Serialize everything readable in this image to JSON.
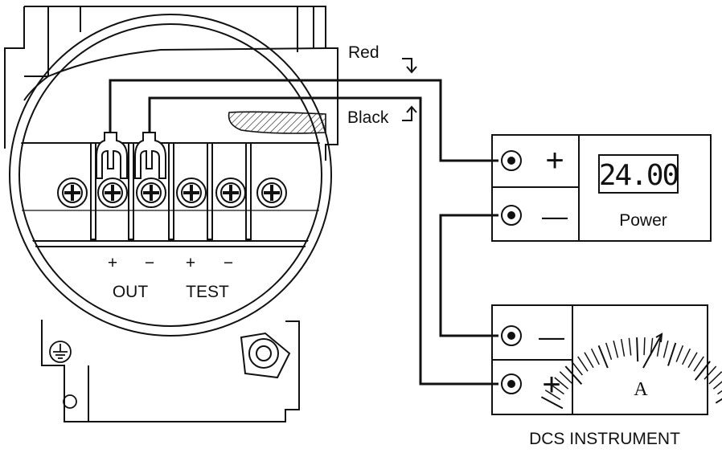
{
  "wires": {
    "red_label": "Red",
    "black_label": "Black",
    "red_arrow": "↴",
    "black_arrow": "↑"
  },
  "transmitter": {
    "terminal_labels": {
      "out_plus": "+",
      "out_minus": "−",
      "test_plus": "+",
      "test_minus": "−",
      "out": "OUT",
      "test": "TEST"
    }
  },
  "power": {
    "display_value": "24.00",
    "label": "Power",
    "plus": "+",
    "minus": "—"
  },
  "dcs": {
    "minus": "—",
    "plus": "+",
    "meter_unit": "A",
    "label": "DCS INSTRUMENT"
  }
}
